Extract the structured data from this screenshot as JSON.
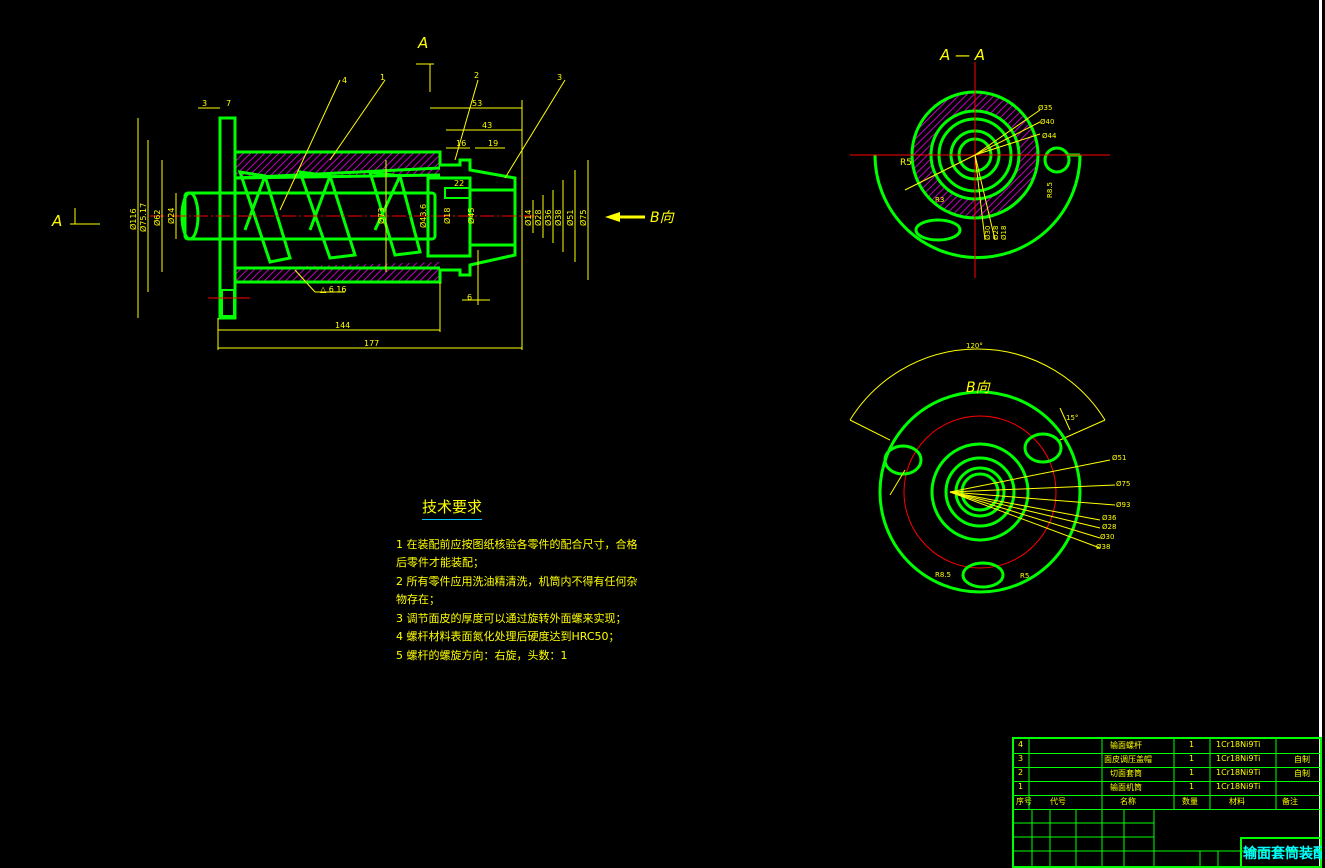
{
  "colors": {
    "background": "#000000",
    "outline": "#00ff00",
    "dimension": "#ffff00",
    "section": "#c000c0",
    "centerline": "#ff0000",
    "title": "#00ffff"
  },
  "section_label_top": "A",
  "section_label_left": "A",
  "section_view_title": "A — A",
  "b_view_label": "B向",
  "b_view_title": "B向",
  "part_numbers": [
    "4",
    "1",
    "2",
    "3"
  ],
  "dims": {
    "d116": "Ø116",
    "d75_17": "Ø75.17",
    "d62": "Ø62",
    "d24": "Ø24",
    "d73": "Ø73",
    "d43": "Ø43.6",
    "d18": "Ø18",
    "d45": "Ø45",
    "d14": "Ø14",
    "d28": "Ø28",
    "d36": "Ø36",
    "d38": "Ø38",
    "d51": "Ø51",
    "d75": "Ø75",
    "w3": "3",
    "w7": "7",
    "w53": "53",
    "w43": "43",
    "w16": "16",
    "w19": "19",
    "w22": "22",
    "w6": "6",
    "thread": "△ 6 16",
    "l144": "144",
    "l177": "177"
  },
  "aa_dims": {
    "d35": "Ø35",
    "d40": "Ø40",
    "d44": "Ø44",
    "r5": "R5",
    "r8_5": "R8.5",
    "r3": "R3",
    "d30": "Ø30",
    "d28": "Ø28",
    "d18": "Ø18"
  },
  "b_dims": {
    "angle": "120°",
    "small_angle": "15°",
    "d51": "Ø51",
    "d75": "Ø75",
    "d93": "Ø93",
    "d36": "Ø36",
    "d28": "Ø28",
    "d30": "Ø30",
    "d38": "Ø38",
    "r8_5": "R8.5",
    "r5": "R5"
  },
  "tech": {
    "title": "技术要求",
    "lines": [
      "1  在装配前应按图纸核验各零件的配合尺寸，合格",
      "后零件才能装配；",
      "2  所有零件应用洗油精清洗，机筒内不得有任何杂",
      "物存在；",
      "3  调节面皮的厚度可以通过旋转外面螺来实现；",
      "4  螺杆材料表面氮化处理后硬度达到HRC50；",
      "5  螺杆的螺旋方向：右旋，头数：1"
    ]
  },
  "bom": [
    {
      "no": "4",
      "name": "输面螺杆",
      "qty": "1",
      "material": "1Cr18Ni9Ti",
      "note": ""
    },
    {
      "no": "3",
      "name": "面皮调压盖帽",
      "qty": "1",
      "material": "1Cr18Ni9Ti",
      "note": "自制"
    },
    {
      "no": "2",
      "name": "切面套筒",
      "qty": "1",
      "material": "1Cr18Ni9Ti",
      "note": "自制"
    },
    {
      "no": "1",
      "name": "输面机筒",
      "qty": "1",
      "material": "1Cr18Ni9Ti",
      "note": ""
    }
  ],
  "bom_header": {
    "no": "序号",
    "code": "代号",
    "name": "名称",
    "qty": "数量",
    "material": "材料",
    "note": "备注"
  },
  "drawing_title": "输面套筒装配图"
}
